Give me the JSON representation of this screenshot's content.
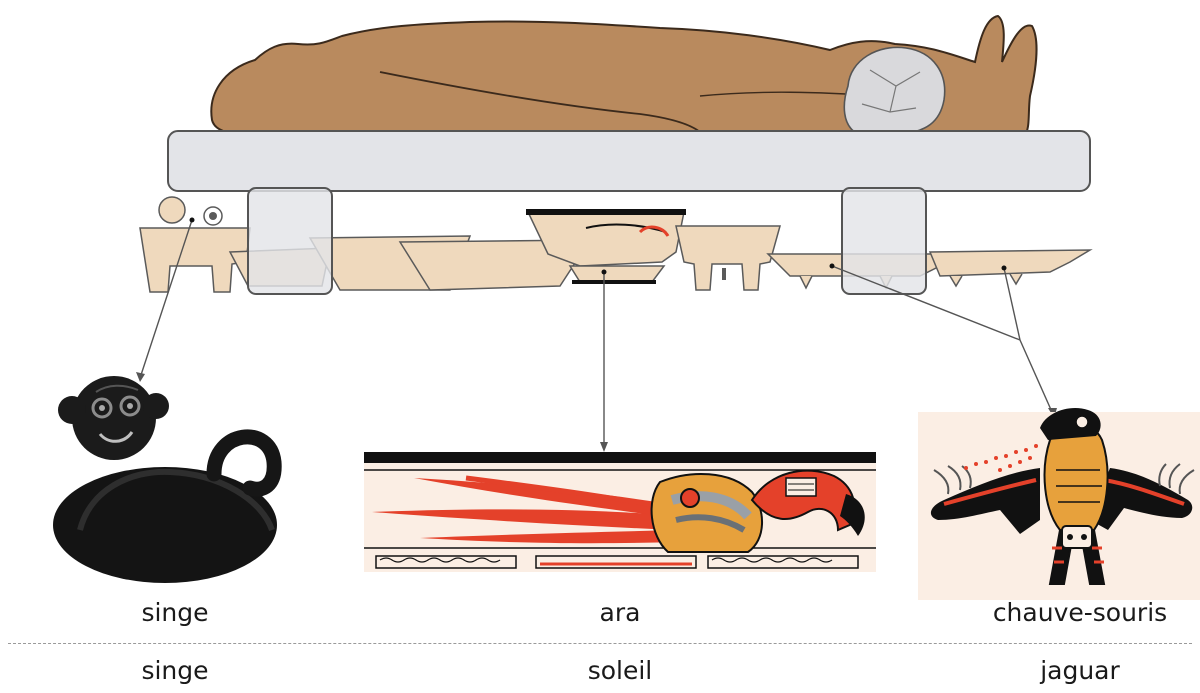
{
  "labels": {
    "primary": [
      "singe",
      "ara",
      "chauve-souris"
    ],
    "secondary": [
      "singe",
      "soleil",
      "jaguar"
    ]
  },
  "colors": {
    "skin": "#b98a5e",
    "skin_outline": "#3b2a1c",
    "bench": "#e3e4e8",
    "bench_outline": "#555555",
    "ceramic": "#efd9bd",
    "ceramic_outline": "#5a5a5a",
    "red": "#e4412a",
    "black": "#111111",
    "panel_bg": "#fbeee4",
    "grey_skull": "#d9d9dc"
  }
}
